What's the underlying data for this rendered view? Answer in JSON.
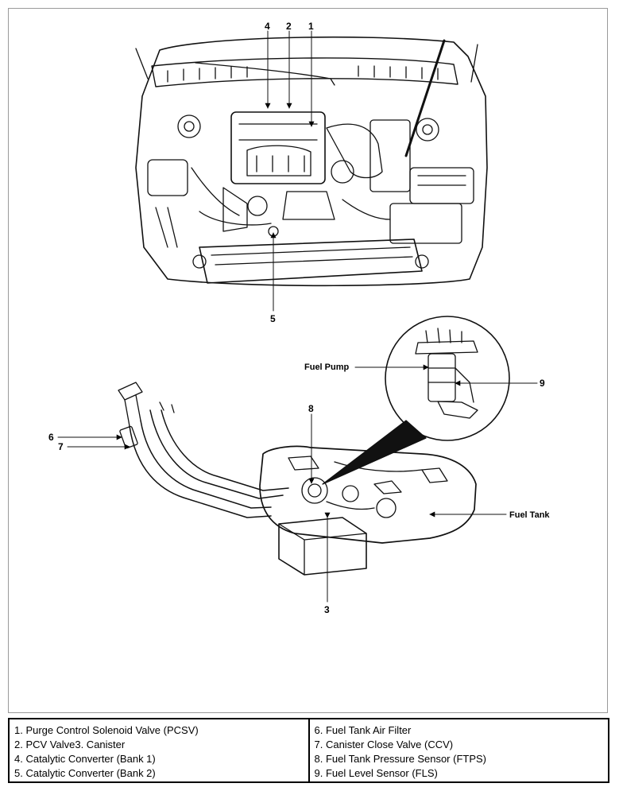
{
  "callouts": {
    "n1": "1",
    "n2": "2",
    "n3": "3",
    "n4": "4",
    "n5": "5",
    "n6": "6",
    "n7": "7",
    "n8": "8",
    "n9": "9"
  },
  "labels": {
    "fuel_pump": "Fuel Pump",
    "fuel_tank": "Fuel Tank"
  },
  "legend": {
    "left": [
      "1. Purge Control Solenoid Valve (PCSV)",
      "2. PCV Valve3. Canister",
      "4. Catalytic Converter (Bank 1)",
      "5. Catalytic Converter (Bank 2)"
    ],
    "right": [
      "6. Fuel Tank Air Filter",
      "7. Canister Close Valve (CCV)",
      "8. Fuel Tank Pressure Sensor (FTPS)",
      "9. Fuel Level Sensor (FLS)"
    ]
  }
}
